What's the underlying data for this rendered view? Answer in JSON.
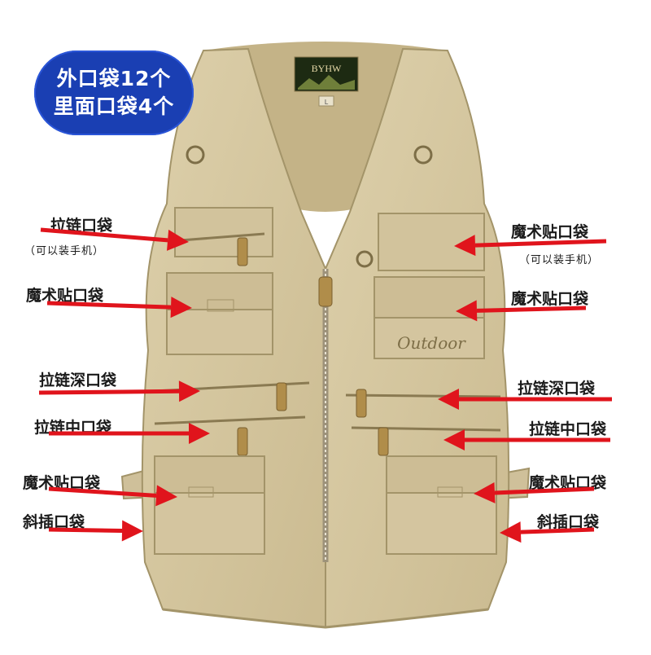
{
  "badge": {
    "line1": "外口袋12个",
    "line2": "里面口袋4个"
  },
  "vest": {
    "brand_label": "BYHW",
    "size_tag": "L",
    "embroidery": "Outdoor",
    "colors": {
      "khaki": "#d7c8a2",
      "khaki_dark": "#b9a97f",
      "khaki_shadow": "#a39469",
      "inner": "#c9b88e"
    }
  },
  "callouts": {
    "left": [
      {
        "label": "拉链口袋",
        "sub": "（可以装手机）"
      },
      {
        "label": "魔术贴口袋"
      },
      {
        "label": "拉链深口袋"
      },
      {
        "label": "拉链中口袋"
      },
      {
        "label": "魔术贴口袋"
      },
      {
        "label": "斜插口袋"
      }
    ],
    "right": [
      {
        "label": "魔术贴口袋",
        "sub": "（可以装手机）"
      },
      {
        "label": "魔术贴口袋"
      },
      {
        "label": "拉链深口袋"
      },
      {
        "label": "拉链中口袋"
      },
      {
        "label": "魔术贴口袋"
      },
      {
        "label": "斜插口袋"
      }
    ]
  },
  "colors": {
    "arrow": "#e0141c",
    "badge": "#1a3fb3"
  }
}
